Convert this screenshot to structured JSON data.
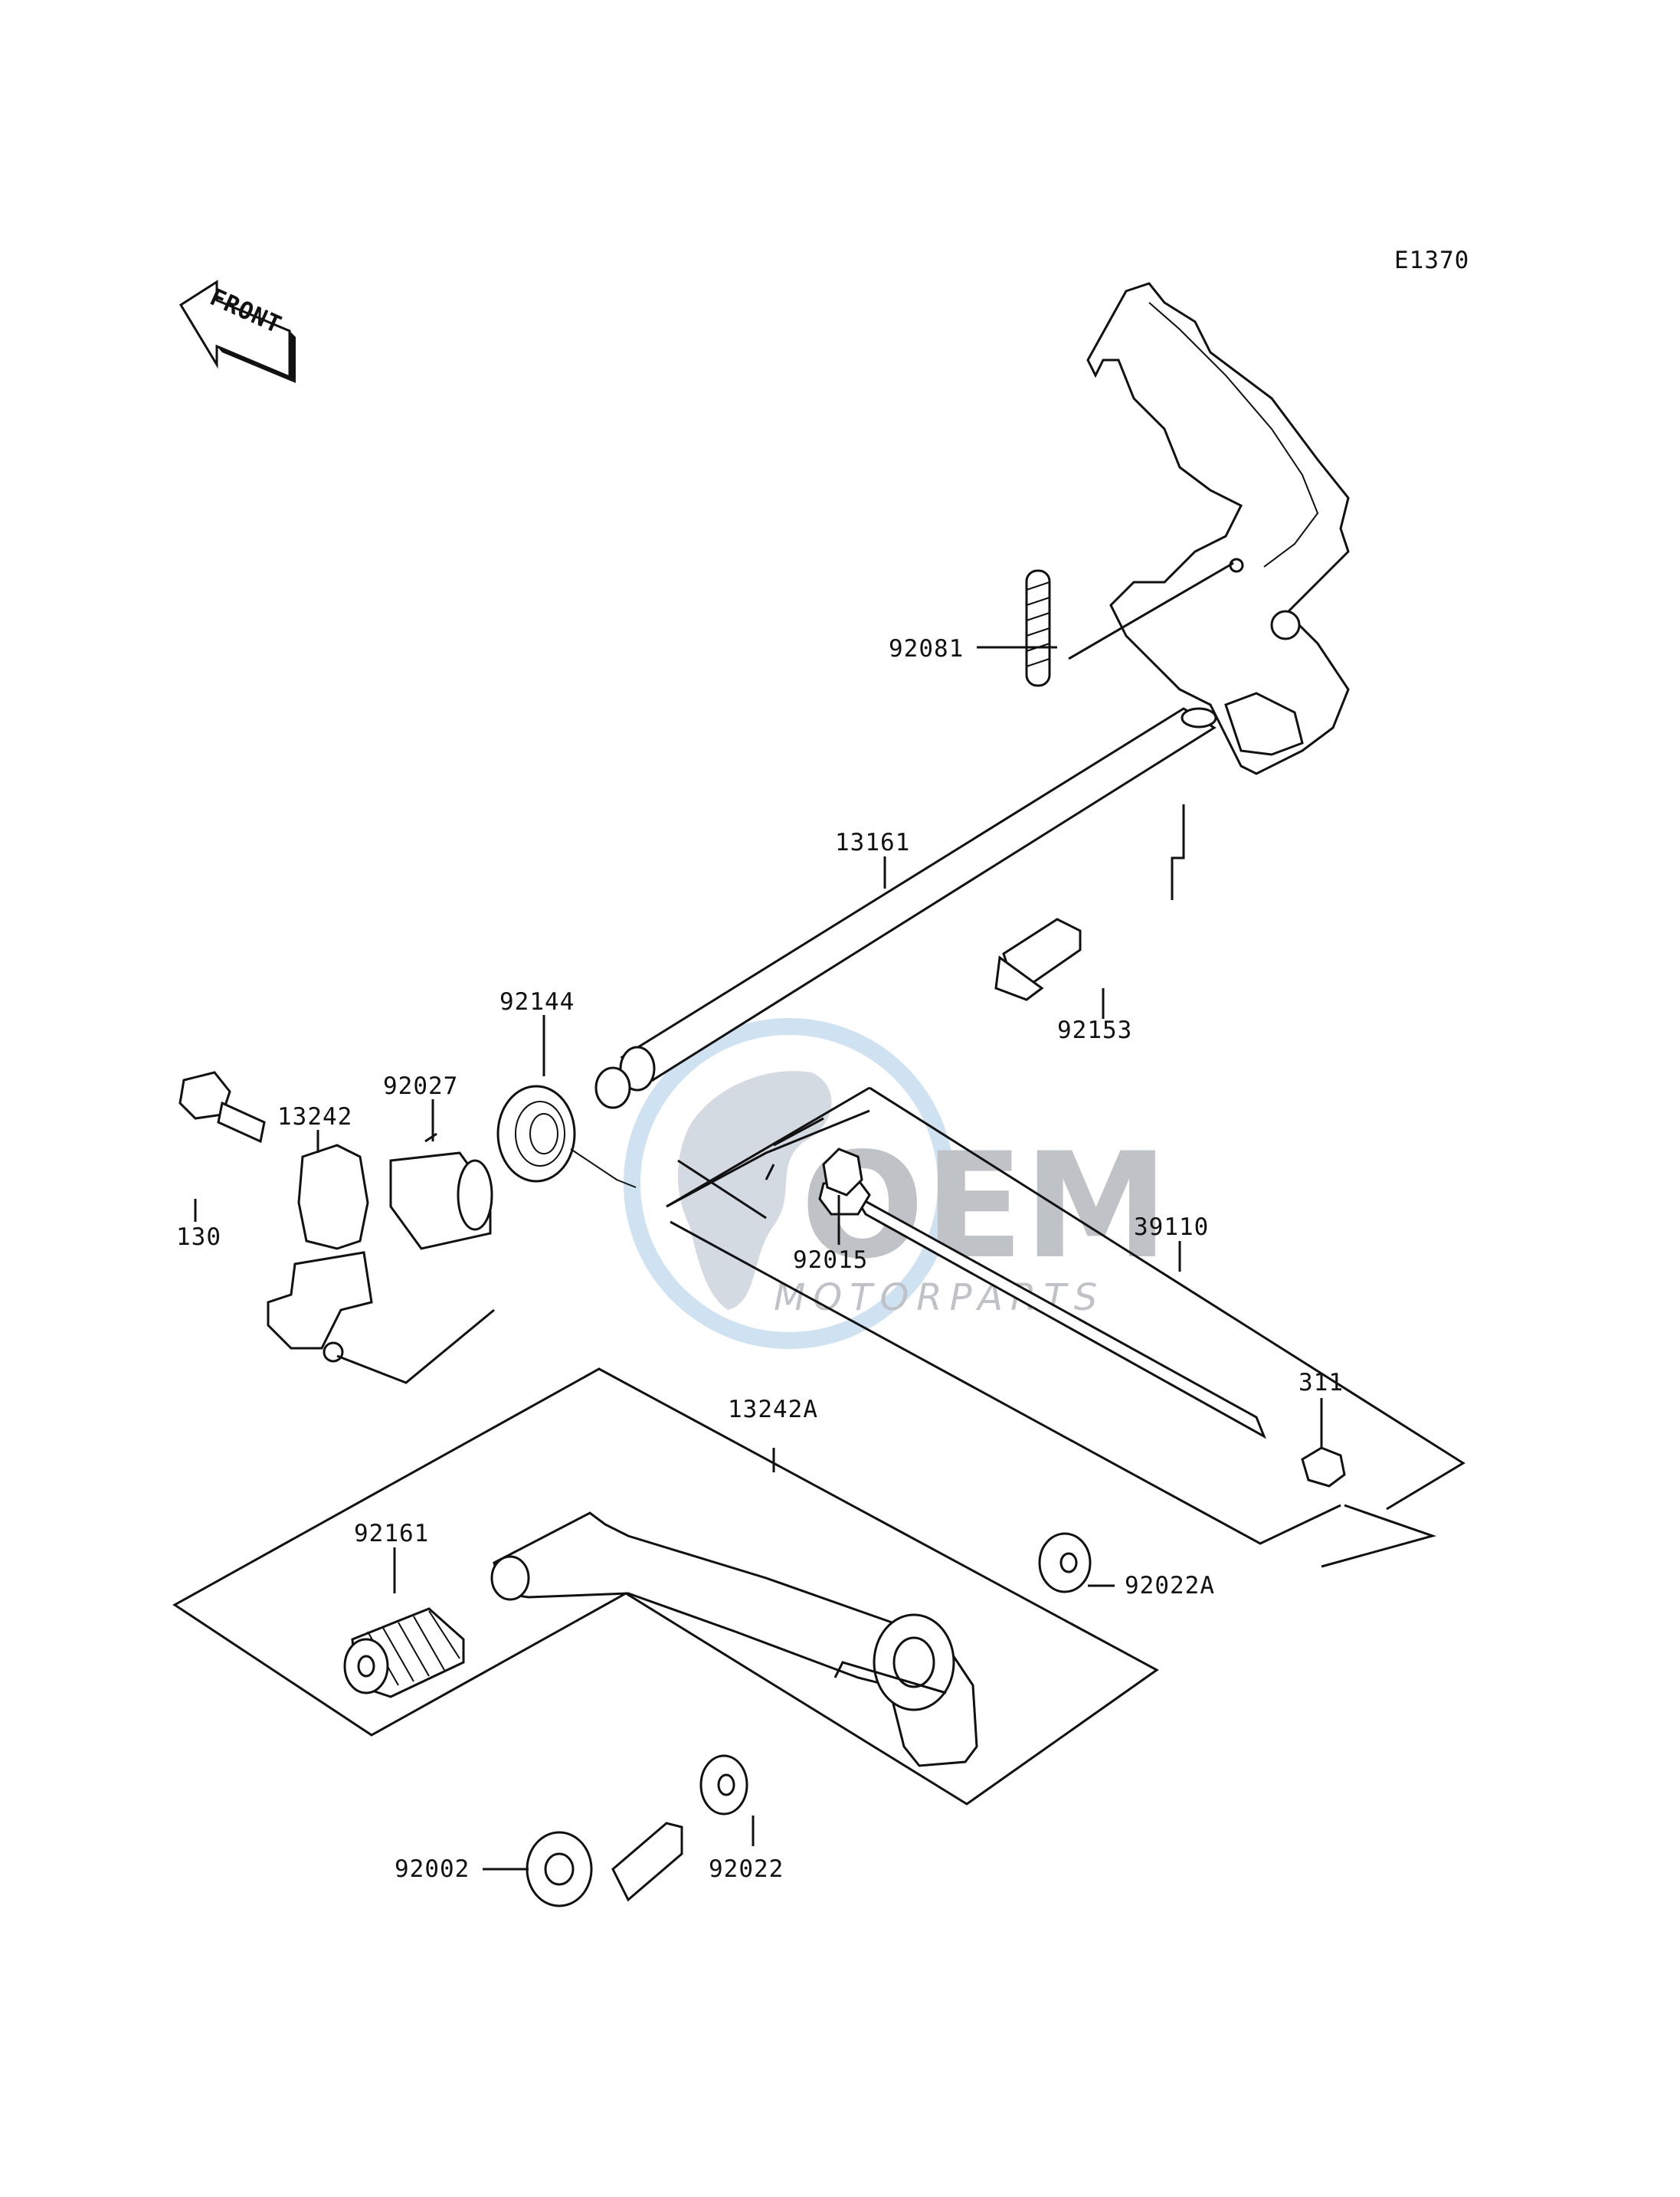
{
  "diagram": {
    "code": "E1370",
    "front_arrow_label": "FRONT",
    "watermark": {
      "main": "OEM",
      "sub": "MOTORPARTS"
    },
    "parts": [
      {
        "id": "92081",
        "label": "92081"
      },
      {
        "id": "13161",
        "label": "13161"
      },
      {
        "id": "92153",
        "label": "92153"
      },
      {
        "id": "92144",
        "label": "92144"
      },
      {
        "id": "92027",
        "label": "92027"
      },
      {
        "id": "13242",
        "label": "13242"
      },
      {
        "id": "130",
        "label": "130"
      },
      {
        "id": "92015",
        "label": "92015"
      },
      {
        "id": "39110",
        "label": "39110"
      },
      {
        "id": "311",
        "label": "311"
      },
      {
        "id": "13242A",
        "label": "13242A"
      },
      {
        "id": "92161",
        "label": "92161"
      },
      {
        "id": "92022A",
        "label": "92022A"
      },
      {
        "id": "92002",
        "label": "92002"
      },
      {
        "id": "92022",
        "label": "92022"
      }
    ]
  }
}
